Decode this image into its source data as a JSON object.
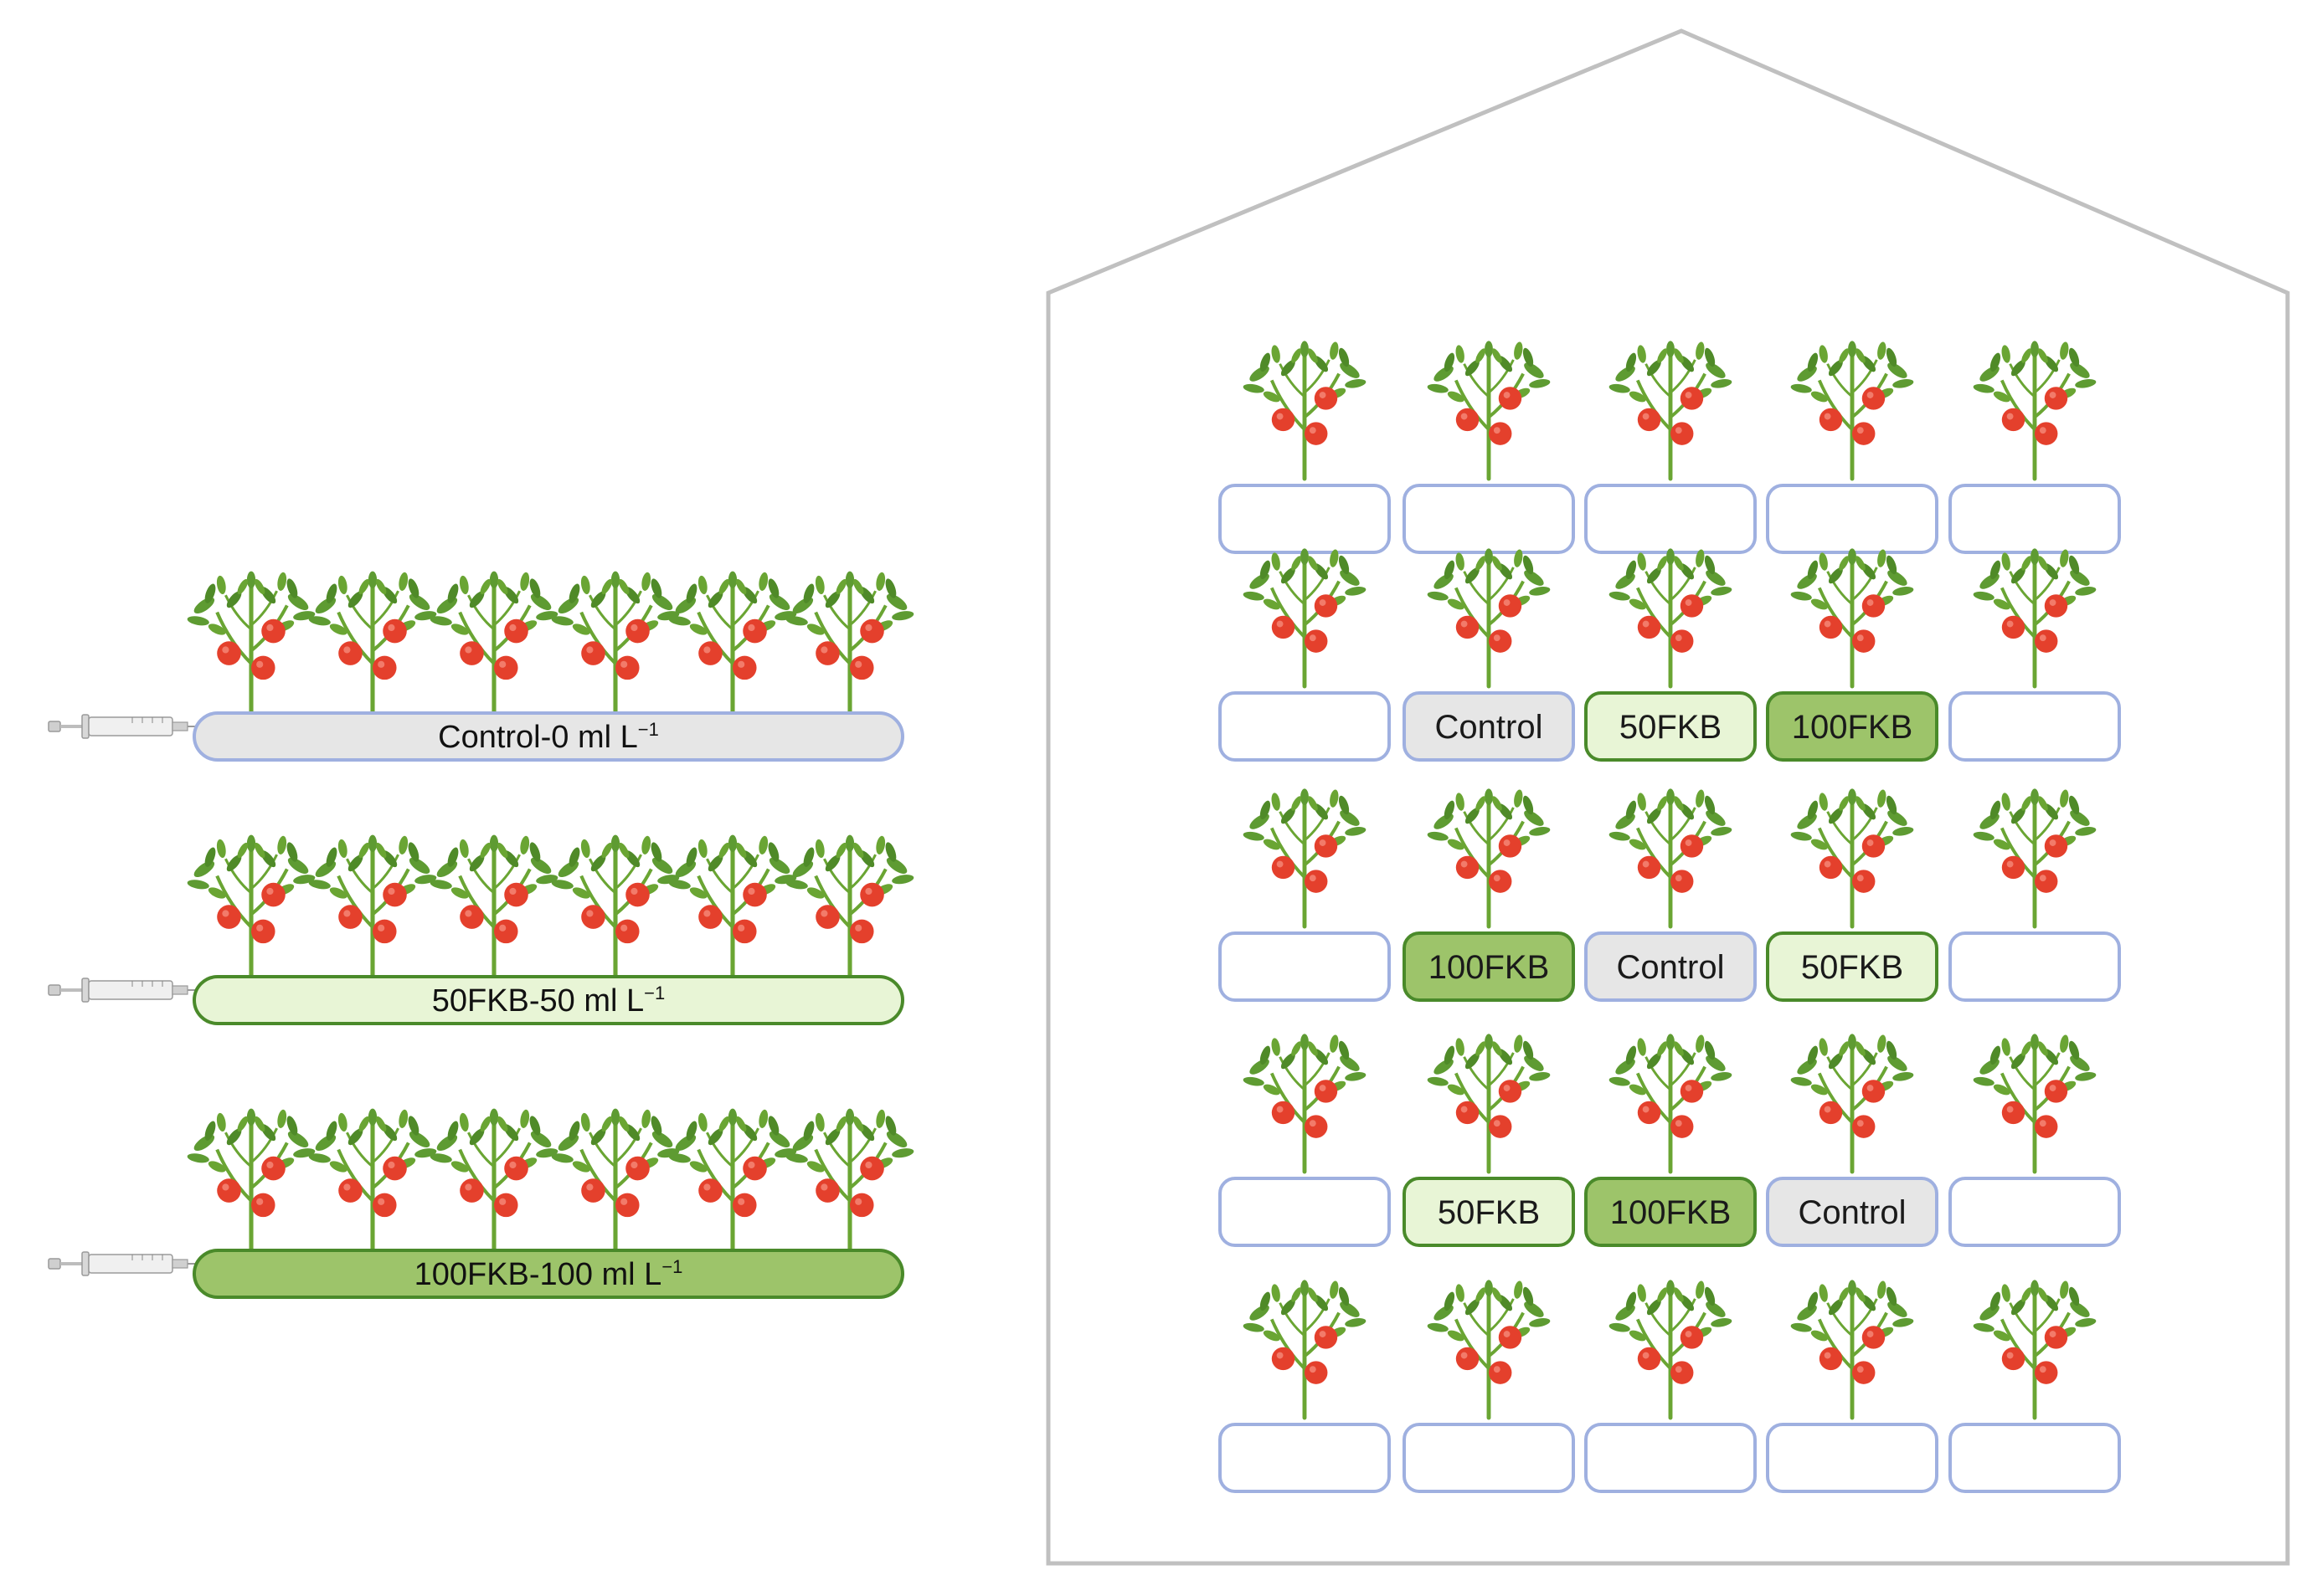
{
  "colors": {
    "control": "#e6e6e6",
    "fkb50": "#e8f5d6",
    "fkb100": "#9dc46a",
    "empty": "#ffffff",
    "control_border": "#9fb0e0",
    "fkb_border": "#4a8a2a",
    "house_outline": "#c0c0c0",
    "stem": "#6aa533",
    "leaf": "#5e9b32",
    "tomato": "#e4402c"
  },
  "treatments": [
    {
      "label": "Control-0 ml L",
      "sup": "−1",
      "color_key": "control"
    },
    {
      "label": "50FKB-50 ml L",
      "sup": "−1",
      "color_key": "fkb50"
    },
    {
      "label": "100FKB-100 ml L",
      "sup": "−1",
      "color_key": "fkb100"
    }
  ],
  "greenhouse": {
    "rows": [
      [
        "",
        "",
        "",
        "",
        ""
      ],
      [
        "",
        "Control",
        "50FKB",
        "100FKB",
        ""
      ],
      [
        "",
        "100FKB",
        "Control",
        "50FKB",
        ""
      ],
      [
        "",
        "50FKB",
        "100FKB",
        "Control",
        ""
      ],
      [
        "",
        "",
        "",
        "",
        ""
      ]
    ]
  }
}
